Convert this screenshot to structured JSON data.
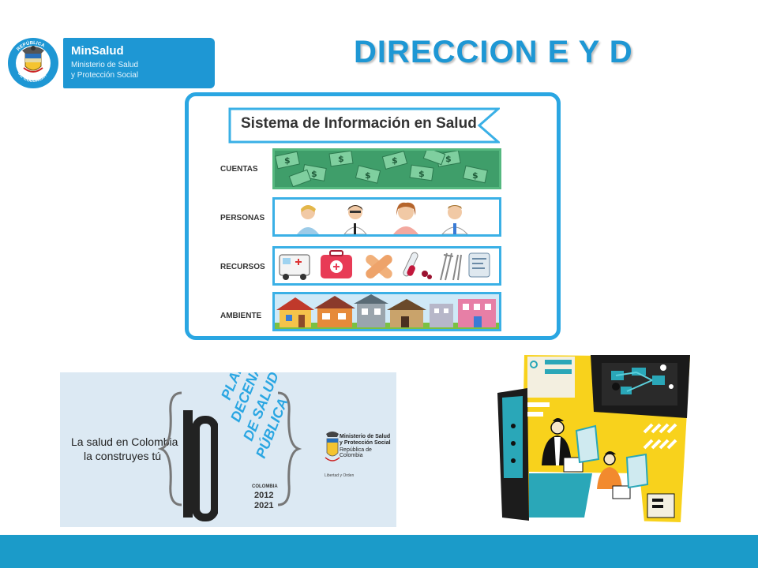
{
  "header": {
    "logo": {
      "brand": "MinSalud",
      "line1": "Ministerio de Salud",
      "line2": "y Protección Social",
      "seal_text_top": "REPÚBLICA",
      "seal_text_bottom": "DE COLOMBIA"
    },
    "title": "DIRECCION E Y D"
  },
  "sis_panel": {
    "banner_title": "Sistema de Información en Salud",
    "rows": [
      {
        "label": "CUENTAS"
      },
      {
        "label": "PERSONAS"
      },
      {
        "label": "RECURSOS"
      },
      {
        "label": "AMBIENTE"
      }
    ]
  },
  "plan_banner": {
    "slogan_line1": "La salud en Colombia",
    "slogan_line2": "la construyes tú",
    "words": [
      "PLAN",
      "DECENAL",
      "DE SALUD",
      "PÚBLICA"
    ],
    "country": "COLOMBIA",
    "year_start": "2012",
    "year_end": "2021",
    "ministry_line1": "Ministerio de Salud",
    "ministry_line2": "y Protección Social",
    "ministry_line3": "República de Colombia",
    "motto": "Libertad y Orden"
  },
  "colors": {
    "accent": "#1e97d4",
    "panel_border": "#2aa6e2",
    "footer": "#1b9bc9",
    "money_green": "#3f9e6a",
    "clipart_yellow": "#f8d21c"
  },
  "icons": [
    "colombia-seal-icon",
    "money-pattern-icon",
    "ambulance-icon",
    "first-aid-kit-icon",
    "bandage-icon",
    "test-tube-icon",
    "crutches-icon",
    "iv-bag-icon",
    "house-icon",
    "computer-workers-icon"
  ]
}
